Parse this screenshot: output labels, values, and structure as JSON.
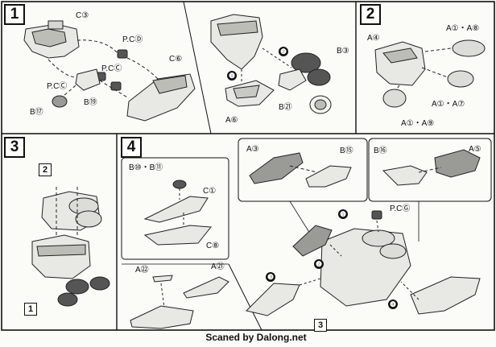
{
  "steps": {
    "s1": "1",
    "s2": "2",
    "s3": "3",
    "s4": "4"
  },
  "step1": {
    "labels": {
      "c3": "C③",
      "pcd": "P.CⒹ",
      "pcc": "P.CⒸ",
      "pcc2": "P.CⒸ",
      "c6": "C⑥",
      "b17": "B⑰",
      "b19": "B⑲",
      "b3": "B③",
      "b21": "B㉑",
      "a6": "A⑥"
    },
    "seq": {
      "n1": "❶",
      "n2": "❷"
    }
  },
  "step2": {
    "labels": {
      "a4": "A④",
      "a1a8": "A①・A⑧",
      "a1a7": "A①・A⑦",
      "a1a9": "A①・A⑨"
    }
  },
  "step3": {
    "refs": {
      "top": "2",
      "bottom": "1"
    }
  },
  "step4": {
    "labels": {
      "b10b11": "B⑩・B⑪",
      "c1": "C①",
      "c8": "C⑧",
      "a22": "A㉒",
      "a21": "A㉑"
    }
  },
  "step5": {
    "labels": {
      "a3": "A③",
      "b15": "B⑮",
      "b16": "B⑯",
      "a5": "A⑤",
      "pcg": "P.CⒼ"
    },
    "seq": {
      "n1": "❶",
      "n2": "❷",
      "n3": "❸",
      "n4": "❹"
    },
    "ref": "3"
  },
  "credit": "Scaned by Dalong.net"
}
